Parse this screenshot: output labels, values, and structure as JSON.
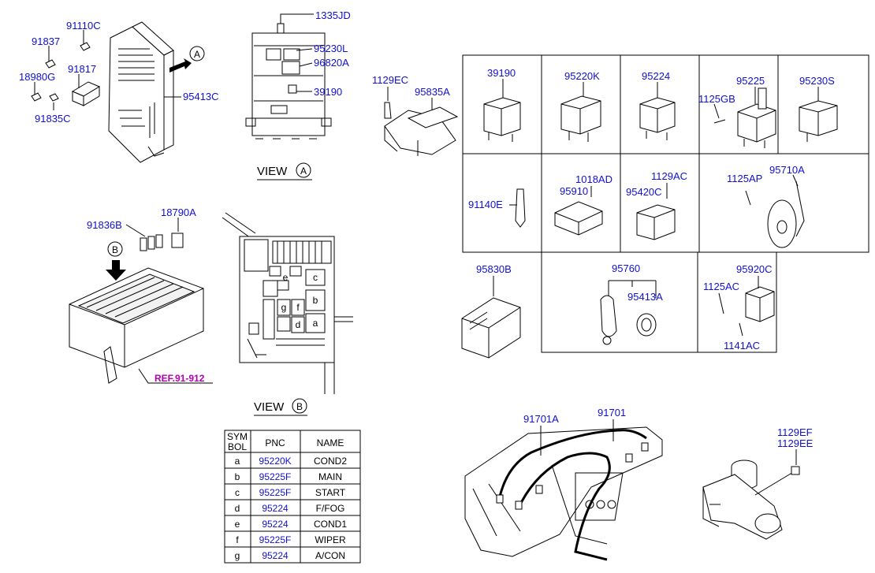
{
  "labels": {
    "l91110C": "91110C",
    "l91837": "91837",
    "l18980G": "18980G",
    "l91817": "91817",
    "l91835C": "91835C",
    "l95413C": "95413C",
    "lA_arrow": "A",
    "l1335JD": "1335JD",
    "l95230L": "95230L",
    "l96820A": "96820A",
    "l39190a": "39190",
    "viewA": "VIEW",
    "viewA_letter": "A",
    "l1129EC": "1129EC",
    "l95835A": "95835A",
    "l91836B": "91836B",
    "l18790A": "18790A",
    "lB_arrow": "B",
    "ref": "REF.91-912",
    "viewB": "VIEW",
    "viewB_letter": "B",
    "box_c": "c",
    "box_e": "e",
    "box_b": "b",
    "box_g": "g",
    "box_f": "f",
    "box_d": "d",
    "box_a": "a"
  },
  "grid": {
    "r1c1": "39190",
    "r1c2": "95220K",
    "r1c3": "95224",
    "r1c4a": "95225",
    "r1c4b": "1125GB",
    "r1c5": "95230S",
    "r2c1": "91140E",
    "r2c2a": "1018AD",
    "r2c2b": "95910",
    "r2c3a": "1129AC",
    "r2c3b": "95420C",
    "r2c4a": "1125AP",
    "r2c4b": "95710A",
    "r3c1": "95830B",
    "r3c2a": "95760",
    "r3c2b": "95413A",
    "r3c3a": "95920C",
    "r3c3b": "1125AC",
    "r3c3c": "1141AC"
  },
  "harness": {
    "l91701A": "91701A",
    "l91701": "91701",
    "l1129EF": "1129EF",
    "l1129EE": "1129EE"
  },
  "table": {
    "headers": [
      "SYM\nBOL",
      "PNC",
      "NAME"
    ],
    "header_sym_1": "SYM",
    "header_sym_2": "BOL",
    "header_pnc": "PNC",
    "header_name": "NAME",
    "rows": [
      {
        "sym": "a",
        "pnc": "95220K",
        "name": "COND2"
      },
      {
        "sym": "b",
        "pnc": "95225F",
        "name": "MAIN"
      },
      {
        "sym": "c",
        "pnc": "95225F",
        "name": "START"
      },
      {
        "sym": "d",
        "pnc": "95224",
        "name": "F/FOG"
      },
      {
        "sym": "e",
        "pnc": "95224",
        "name": "COND1"
      },
      {
        "sym": "f",
        "pnc": "95225F",
        "name": "WIPER"
      },
      {
        "sym": "g",
        "pnc": "95224",
        "name": "A/CON"
      }
    ]
  },
  "colors": {
    "pnc_text": "#1010d0",
    "ref_text": "#b000b0",
    "line": "#000000"
  }
}
